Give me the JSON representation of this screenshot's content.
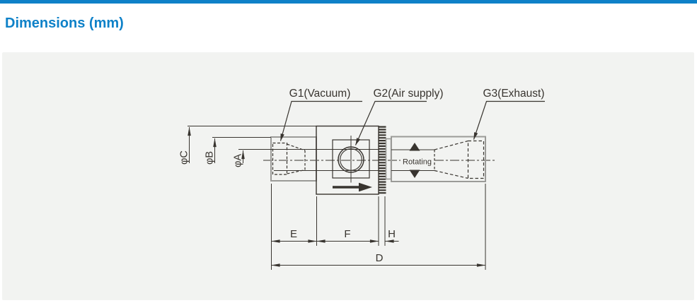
{
  "page": {
    "title": "Dimensions (mm)"
  },
  "colors": {
    "accent_blue": "#0e81c8",
    "panel_background": "#f2f3f1",
    "drawing_line": "#38342f",
    "outline_gray": "#9b9b98"
  },
  "diagram": {
    "port_labels": {
      "g1": "G1(Vacuum)",
      "g2": "G2(Air supply)",
      "g3": "G3(Exhaust)"
    },
    "annotations": {
      "rotating": "Rotating"
    },
    "dimension_labels": {
      "phi_a": "φA",
      "phi_b": "φB",
      "phi_c": "φC",
      "e": "E",
      "f": "F",
      "h": "H",
      "d": "D"
    }
  }
}
